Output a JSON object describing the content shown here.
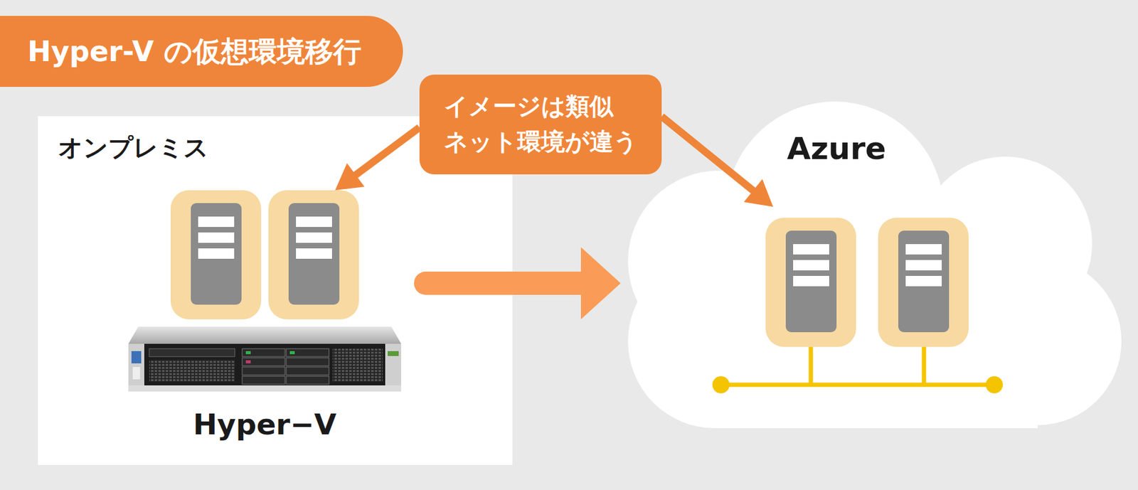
{
  "diagram": {
    "title": "Hyper-V の仮想環境移行",
    "nodes": [
      {
        "text": [
          "オンプレミス"
        ]
      },
      {
        "text": [
          "Hyper−V"
        ],
        "in": 0
      },
      {
        "text": [
          "イメージは類似 ネット環境が違う"
        ]
      },
      {
        "text": [
          "Azure"
        ]
      }
    ],
    "edges": [
      {
        "from": 1,
        "to": 3,
        "arrow": "to"
      },
      {
        "from": 2,
        "to": 1,
        "arrow": "to"
      },
      {
        "from": 2,
        "to": 3,
        "arrow": "to"
      }
    ]
  }
}
